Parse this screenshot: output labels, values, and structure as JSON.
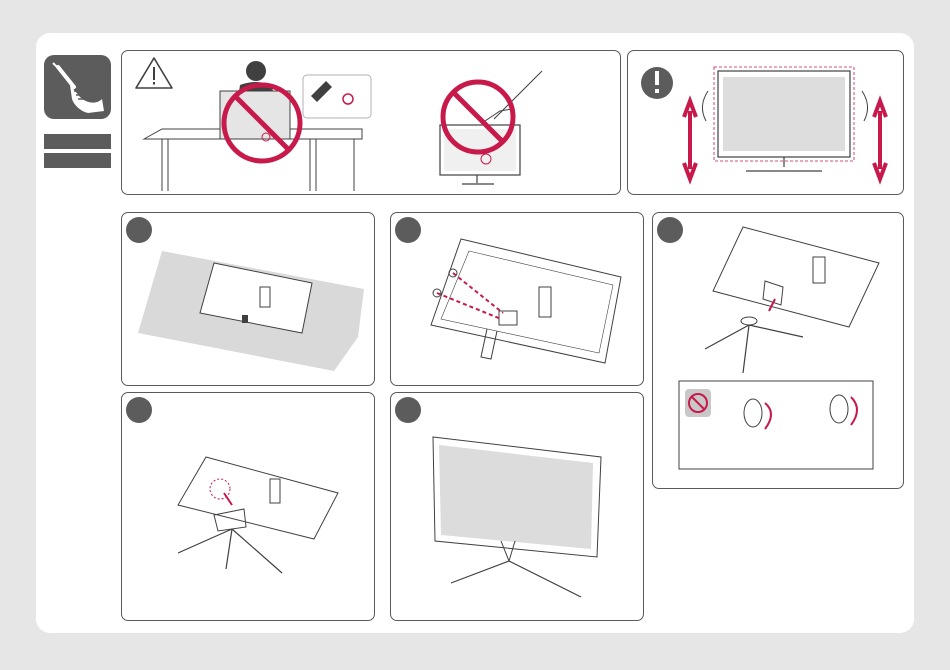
{
  "page": {
    "background": "#e6e6e6",
    "sheet": "#ffffff"
  },
  "colors": {
    "accent": "#c8194b",
    "ink": "#404040",
    "fill_gray": "#5c5c5c",
    "screen_gray": "#d9d9d9"
  },
  "icons": {
    "tool": "screwdriver-hand-icon",
    "caution": "warning-triangle-icon",
    "notice": "exclamation-circle-icon",
    "prohibited": "no-entry-icon"
  },
  "panels": {
    "caution": {
      "items": [
        "do-not-lift-by-screen",
        "do-not-press-screen"
      ]
    },
    "notice": {
      "items": [
        "hold-frame-edges-to-lift"
      ]
    },
    "steps": [
      {
        "id": "step-1",
        "content": "lay-monitor-face-down-on-cloth"
      },
      {
        "id": "step-2",
        "content": "remove-hinge-screws"
      },
      {
        "id": "step-3",
        "content": "attach-base-and-tighten",
        "sub": "rotate-screw-direction"
      },
      {
        "id": "step-4",
        "content": "attach-stand-to-monitor"
      },
      {
        "id": "step-5",
        "content": "assembled-monitor"
      }
    ]
  }
}
